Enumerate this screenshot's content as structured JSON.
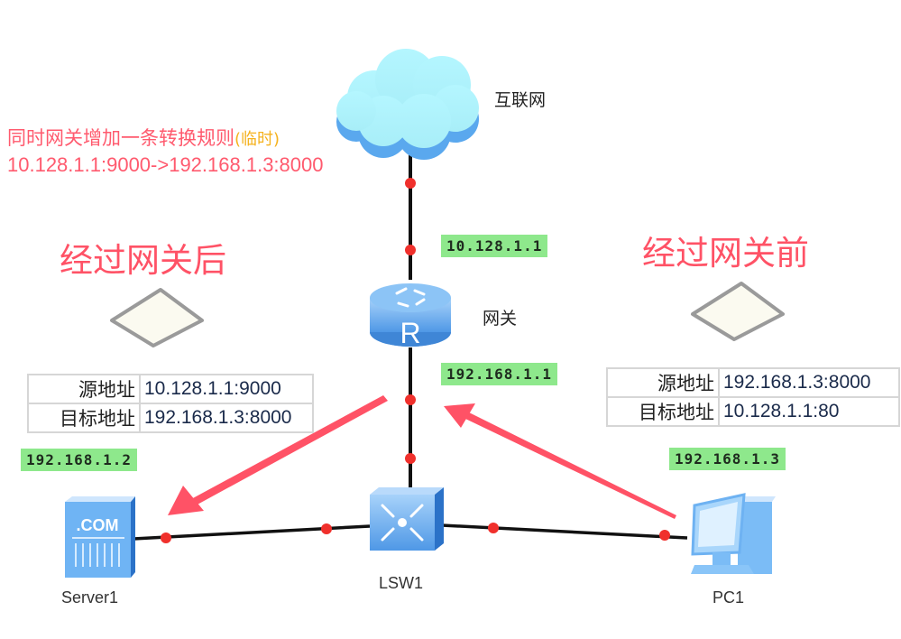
{
  "annotation": {
    "rule_text": "同时网关增加一条转换规则",
    "rule_tag": "(临时)",
    "rule_mapping": "10.128.1.1:9000->192.168.1.3:8000"
  },
  "titles": {
    "after_gateway": "经过网关后",
    "before_gateway": "经过网关前"
  },
  "nodes": {
    "internet": {
      "label": "互联网",
      "icon": "cloud-icon"
    },
    "gateway": {
      "label": "网关",
      "icon": "router-icon",
      "wan_ip": "10.128.1.1",
      "lan_ip": "192.168.1.1"
    },
    "switch": {
      "label": "LSW1",
      "icon": "switch-icon"
    },
    "server": {
      "label": "Server1",
      "icon": "server-icon",
      "icon_text": ".COM",
      "ip": "192.168.1.2"
    },
    "pc": {
      "label": "PC1",
      "icon": "pc-icon",
      "ip": "192.168.1.3"
    }
  },
  "packets": {
    "after": {
      "rows": [
        {
          "key": "源地址",
          "value": "10.128.1.1:9000"
        },
        {
          "key": "目标地址",
          "value": "192.168.1.3:8000"
        }
      ]
    },
    "before": {
      "rows": [
        {
          "key": "源地址",
          "value": "192.168.1.3:8000"
        },
        {
          "key": "目标地址",
          "value": "10.128.1.1:80"
        }
      ]
    }
  },
  "colors": {
    "accent_red": "#ff5266",
    "tag_orange": "#f5b21e",
    "ip_green": "#8ee88c",
    "device_blue": "#5aa8ee",
    "port_dot": "#f0302c"
  }
}
